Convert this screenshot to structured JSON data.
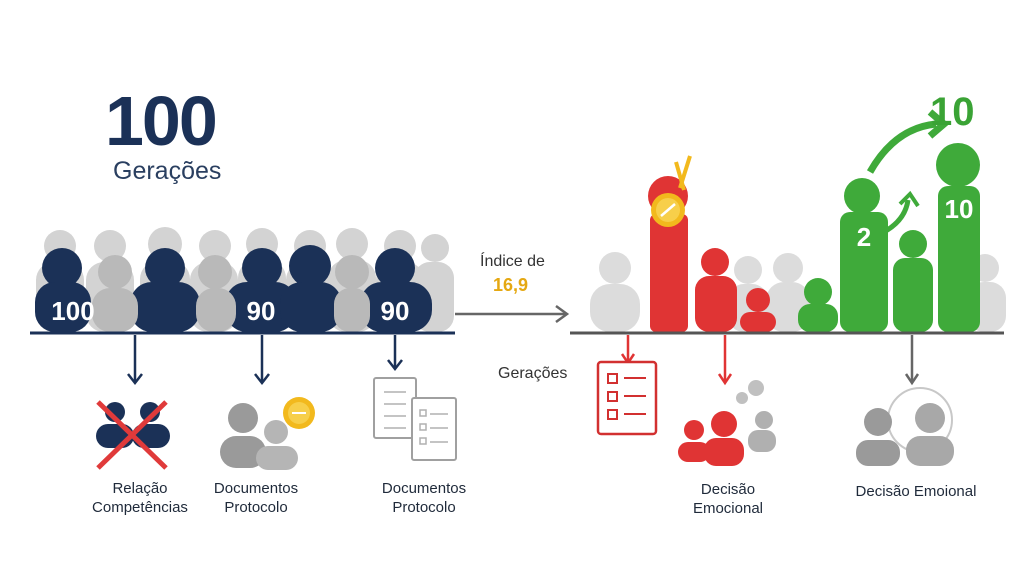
{
  "header": {
    "number": "100",
    "subtitle": "Gerações"
  },
  "left_group": {
    "badges": [
      "100",
      "90",
      "90"
    ],
    "captions": [
      {
        "line1": "Relação",
        "line2": "Competências",
        "icon": "crossed-people-icon"
      },
      {
        "line1": "Documentos",
        "line2": "Protocolo",
        "icon": "people-with-seal-icon"
      },
      {
        "line1": "Documentos",
        "line2": "Protocolo",
        "icon": "documents-icon"
      }
    ]
  },
  "middle": {
    "index_label": "Índice de",
    "index_value": "16,9",
    "generations_label": "Gerações"
  },
  "right_group": {
    "red_caption": {
      "line1": "Decisão",
      "line2": "Emocional"
    },
    "green_caption": "Decisão Emoional",
    "green_small": "2",
    "green_big": "10",
    "green_top": "10"
  },
  "colors": {
    "navy": "#1b3157",
    "gray": "#cfcfcf",
    "red": "#e03434",
    "green": "#3faa3a",
    "gold": "#e5a812"
  }
}
